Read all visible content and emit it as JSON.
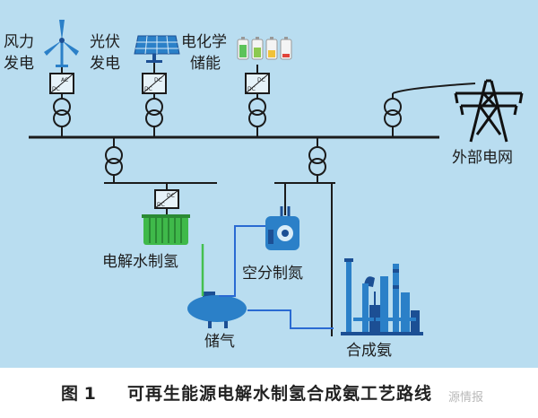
{
  "colors": {
    "background": "#b9ddf0",
    "line": "#1b1b1b",
    "green_link": "#44c04f",
    "blue_link": "#2a6ad2",
    "equipment_blue": "#2b80c8",
    "dark_blue": "#1c4f94",
    "electrolyzer_green": "#3fb94a"
  },
  "labels": {
    "wind": "风力\n发电",
    "pv": "光伏\n发电",
    "storage": "电化学\n储能",
    "grid": "外部电网",
    "electrolysis": "电解水制氢",
    "nitrogen": "空分制氮",
    "gas_storage": "储气",
    "ammonia": "合成氨",
    "ac": "AC",
    "dc": "DC"
  },
  "caption": {
    "number": "图 1",
    "text": "可再生能源电解水制氢合成氨工艺路线"
  },
  "watermark": "源情报"
}
